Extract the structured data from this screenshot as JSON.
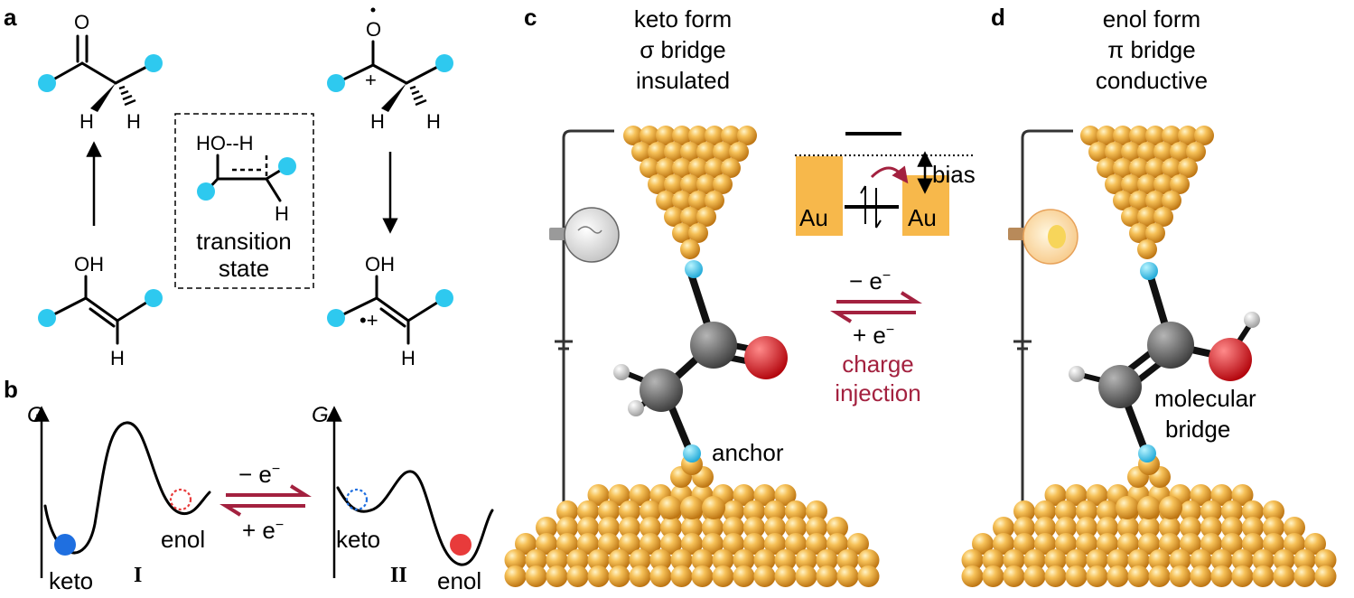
{
  "colors": {
    "anchor_atom": "#2ec9ef",
    "gold": "#f3b24a",
    "gold_dark": "#c47a12",
    "carbon": "#555555",
    "oxygen": "#e0181c",
    "hydrogen": "#d6d6d6",
    "charge_arrow": "#a3213f",
    "keto_ball": "#1f6fe0",
    "enol_ball": "#e83b3b",
    "au_box": "#f7b84b"
  },
  "panel_labels": {
    "a": "a",
    "b": "b",
    "c": "c",
    "d": "d"
  },
  "panel_a": {
    "keto_O": "O",
    "keto_H1": "H",
    "keto_H2": "H",
    "enol_OH": "OH",
    "enol_H": "H",
    "ts_HOH": "HO--H",
    "ts_H": "H",
    "ts_label_1": "transition",
    "ts_label_2": "state",
    "radical_O": "O",
    "radical_plus": "+",
    "radical_H1": "H",
    "radical_H2": "H",
    "rad_enol_OH": "OH",
    "rad_enol_plus": "•+",
    "rad_enol_H": "H"
  },
  "panel_b": {
    "g_axis_1": "G",
    "g_axis_2": "G",
    "keto_1": "keto",
    "enol_1": "enol",
    "roman_1": "I",
    "keto_2": "keto",
    "enol_2": "enol",
    "roman_2": "II",
    "minus_e": "− e",
    "plus_e": "+ e",
    "sup": "−"
  },
  "panel_c": {
    "title_1": "keto form",
    "title_2": "σ bridge",
    "title_3": "insulated",
    "au_left": "Au",
    "au_right": "Au",
    "bias": "bias",
    "minus_e": "− e",
    "plus_e": "+ e",
    "sup": "−",
    "charge_1": "charge",
    "charge_2": "injection",
    "anchor": "anchor"
  },
  "panel_d": {
    "title_1": "enol form",
    "title_2": "π bridge",
    "title_3": "conductive",
    "molecular_1": "molecular",
    "molecular_2": "bridge"
  }
}
